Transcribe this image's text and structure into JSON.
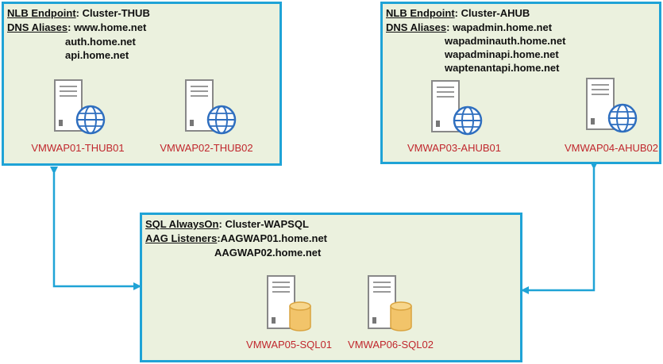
{
  "thub": {
    "endpoint_label": "NLB Endpoint",
    "endpoint_value": "Cluster-THUB",
    "aliases_label": "DNS Aliases",
    "aliases": [
      "www.home.net",
      "auth.home.net",
      "api.home.net"
    ],
    "servers": [
      "VMWAP01-THUB01",
      "VMWAP02-THUB02"
    ]
  },
  "ahub": {
    "endpoint_label": "NLB Endpoint",
    "endpoint_value": "Cluster-AHUB",
    "aliases_label": "DNS Aliases",
    "aliases": [
      "wapadmin.home.net",
      "wapadminauth.home.net",
      "wapadminapi.home.net",
      "waptenantapi.home.net"
    ],
    "servers": [
      "VMWAP03-AHUB01",
      "VMWAP04-AHUB02"
    ]
  },
  "sql": {
    "cluster_label": "SQL AlwaysOn",
    "cluster_value": "Cluster-WAPSQL",
    "listeners_label": "AAG Listeners",
    "listeners": [
      "AAGWAP01.home.net",
      "AAGWAP02.home.net"
    ],
    "servers": [
      "VMWAP05-SQL01",
      "VMWAP06-SQL02"
    ]
  },
  "colors": {
    "border": "#1fa3d6",
    "panel_fill": "#ebf1de",
    "server_name": "#c0272d",
    "globe": "#2f6fbf",
    "database": "#f2c46a"
  },
  "icons": {
    "web_server": "server-globe-icon",
    "db_server": "server-database-icon"
  }
}
